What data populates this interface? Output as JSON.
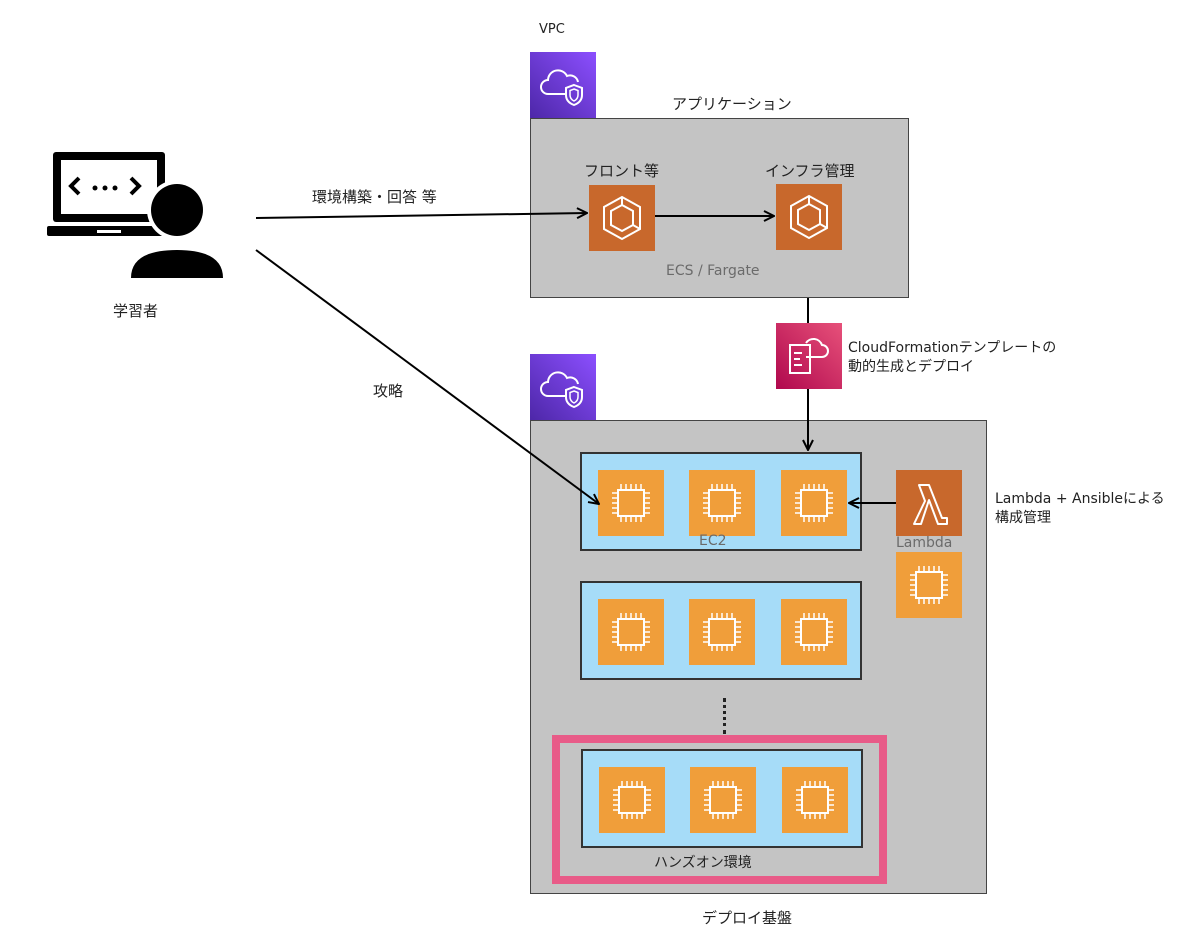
{
  "learner": {
    "label": "学習者",
    "icon": "developer-laptop-icon"
  },
  "edges": {
    "build_answer_label": "環境構築・回答 等",
    "attack_label": "攻略"
  },
  "application_vpc": {
    "vpc_label": "VPC",
    "title": "アプリケーション",
    "front_label": "フロント等",
    "infra_label": "インフラ管理",
    "service_label": "ECS / Fargate"
  },
  "cloudformation": {
    "label_line1": "CloudFormationテンプレートの",
    "label_line2": "動的生成とデプロイ"
  },
  "deploy_vpc": {
    "title": "デプロイ基盤",
    "ec2_label": "EC2",
    "lambda_label": "Lambda",
    "lambda_note_line1": "Lambda + Ansibleによる",
    "lambda_note_line2": "構成管理",
    "handson_label": "ハンズオン環境",
    "ellipsis": "⋮"
  },
  "colors": {
    "vpc": "#8c4fff",
    "ecs": "#c8682c",
    "ec2": "#f09e3a",
    "cloudformation": "#e7517a",
    "subnet": "#a6dcf8",
    "group": "#c4c4c4",
    "highlight": "#e85b88"
  }
}
